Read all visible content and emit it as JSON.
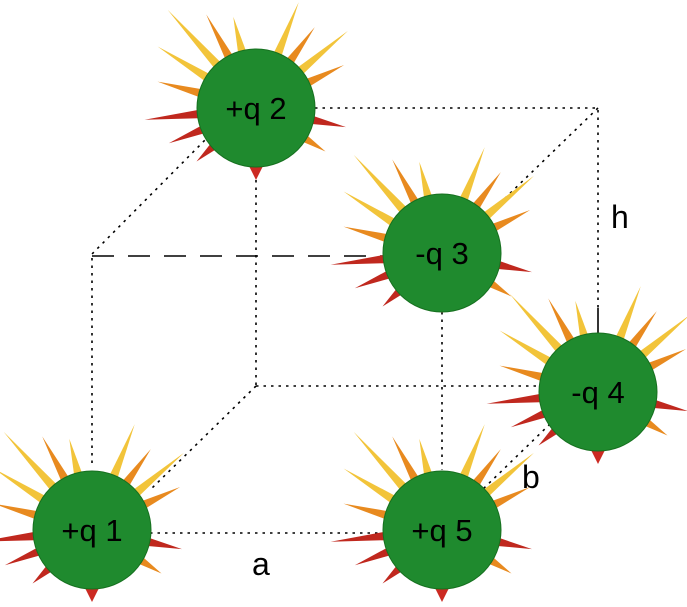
{
  "colors": {
    "sphere": "#1f8a2e",
    "sphere_edge": "#16701f",
    "spike_yellow": "#f2c43a",
    "spike_orange": "#e88a1f",
    "spike_red": "#c0281e",
    "tip": "#cc2a22"
  },
  "charges": [
    {
      "label": "+q 1",
      "sign": "positive"
    },
    {
      "label": "+q 2",
      "sign": "positive"
    },
    {
      "label": "-q 3",
      "sign": "negative"
    },
    {
      "label": "-q 4",
      "sign": "negative"
    },
    {
      "label": "+q 5",
      "sign": "positive"
    }
  ],
  "dimensions": {
    "a": "a",
    "b": "b",
    "h": "h"
  }
}
